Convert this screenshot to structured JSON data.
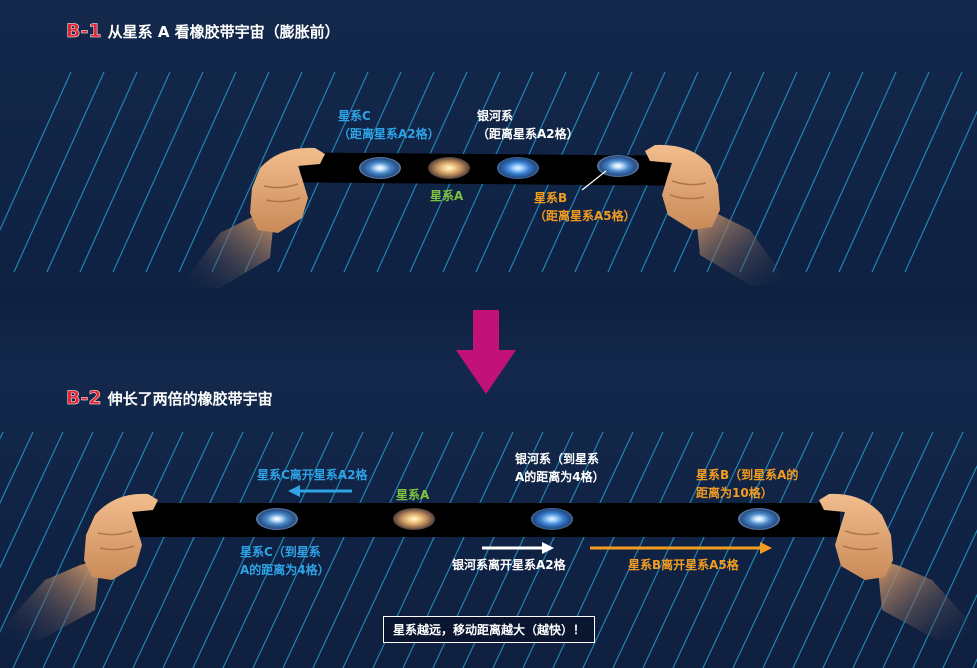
{
  "section1": {
    "tag": "B-1",
    "title": "从星系 A 看橡胶带宇宙（膨胀前）",
    "galaxy_c_name": "星系C",
    "galaxy_c_dist": "（距离星系A2格）",
    "milky_way_name": "银河系",
    "milky_way_dist": "（距离星系A2格）",
    "galaxy_a": "星系A",
    "galaxy_b_name": "星系B",
    "galaxy_b_dist": "（距离星系A5格）"
  },
  "section2": {
    "tag": "B-2",
    "title": "伸长了两倍的橡胶带宇宙",
    "galaxy_c_move": "星系C离开星系A2格",
    "galaxy_a": "星系A",
    "milky_way_line1": "银河系（到星系",
    "milky_way_line2": "A的距离为4格）",
    "galaxy_b_line1": "星系B（到星系A的",
    "galaxy_b_line2": "距离为10格）",
    "galaxy_c_line1": "星系C（到星系",
    "galaxy_c_line2": "A的距离为4格）",
    "milky_way_move": "银河系离开星系A2格",
    "galaxy_b_move": "星系B离开星系A5格",
    "conclusion": "星系越远，移动距离越大（越快）！"
  },
  "colors": {
    "background": "#122546",
    "grid": "#2aa3d6",
    "tag_red": "#e32636",
    "arrow_magenta": "#c2127a",
    "blue_label": "#2ea3e6",
    "green_label": "#7fc241",
    "orange_label": "#f39c1f",
    "skin": "#e6a774"
  }
}
